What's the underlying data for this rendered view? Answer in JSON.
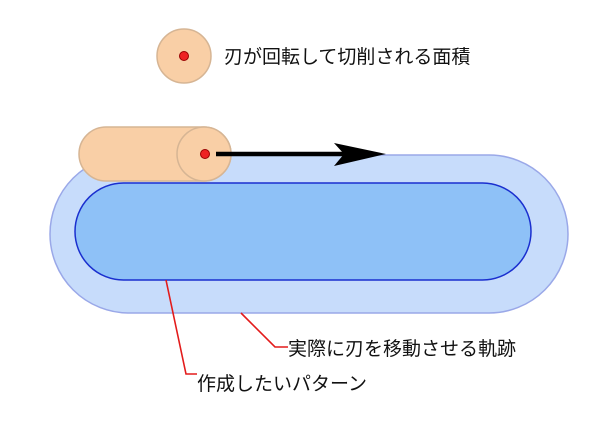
{
  "legend": {
    "label": "刃が回転して切削される面積"
  },
  "annotations": {
    "actual_path_label": "実際に刃を移動させる軌跡",
    "target_pattern_label": "作成したいパターン"
  },
  "colors": {
    "background": "#ffffff",
    "outer_track_fill": "#c7dcfb",
    "outer_track_stroke": "#9aa8e8",
    "inner_pattern_fill": "#8ec1f7",
    "inner_pattern_stroke": "#1a2fcf",
    "cutter_fill": "#f9cfa6",
    "cutter_stroke": "#d6b594",
    "center_dot_fill": "#ee2222",
    "center_dot_stroke": "#9a0000",
    "arrow": "#000000",
    "leader_line": "#e31b1b",
    "text": "#111111"
  }
}
